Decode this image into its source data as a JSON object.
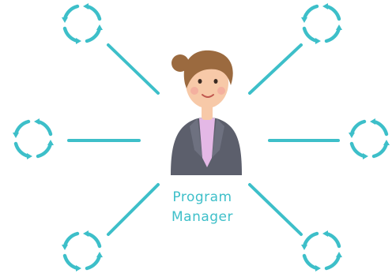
{
  "center": {
    "caption_line1": "Program",
    "caption_line2": "Manager"
  },
  "colors": {
    "accent": "#3dbfc9",
    "skin": "#f7c9a8",
    "hair": "#9b6a3f",
    "jacket": "#5c5f6c",
    "shirt": "#e4b8e6"
  },
  "nodes": [
    {
      "id": "top-left",
      "icon": "cycle-arrows-icon"
    },
    {
      "id": "top-right",
      "icon": "cycle-arrows-icon"
    },
    {
      "id": "middle-left",
      "icon": "cycle-arrows-icon"
    },
    {
      "id": "middle-right",
      "icon": "cycle-arrows-icon"
    },
    {
      "id": "bottom-left",
      "icon": "cycle-arrows-icon"
    },
    {
      "id": "bottom-right",
      "icon": "cycle-arrows-icon"
    }
  ]
}
